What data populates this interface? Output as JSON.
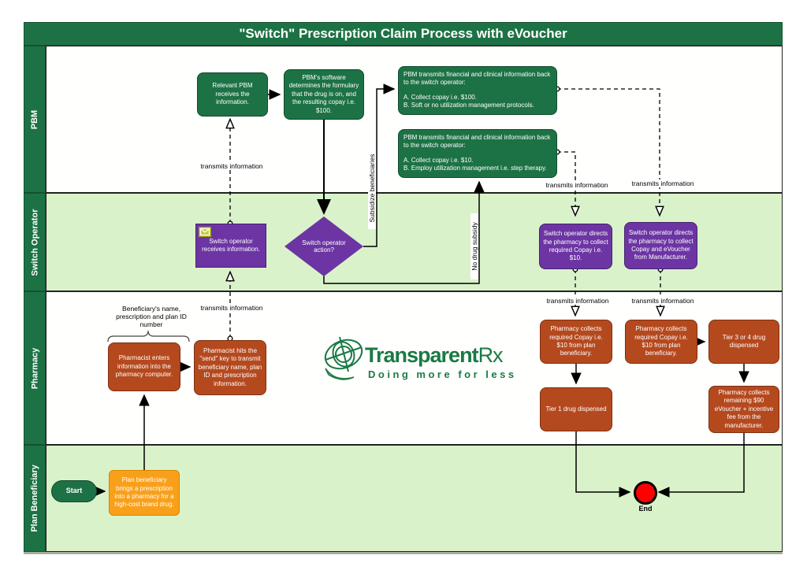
{
  "title": "\"Switch\" Prescription Claim Process with eVoucher",
  "lanes": {
    "pbm": "PBM",
    "switch_operator": "Switch Operator",
    "pharmacy": "Pharmacy",
    "plan_beneficiary": "Plan Beneficiary"
  },
  "nodes": {
    "pbm_receives": "Relevant PBM receives the information.",
    "pbm_software": "PBM's software determines the formulary that the drug is on, and the resulting copay i.e. $100.",
    "pbm_transmit_100": {
      "intro": "PBM transmits financial and clinical information back to the switch operator:",
      "option_a": "A. Collect copay i.e. $100.",
      "option_b": "B. Soft or no utilization management protocols."
    },
    "pbm_transmit_10": {
      "intro": "PBM transmits financial and clinical information back to the switch operator:",
      "option_a": "A. Collect copay i.e. $10.",
      "option_b": "B. Employ utilization management i.e. step therapy."
    },
    "so_receives": "Switch operator receives information.",
    "so_decision": "Switch operator action?",
    "so_directs_copay": "Switch operator directs the pharmacy to collect required Copay i.e. $10.",
    "so_directs_voucher": "Switch operator directs the pharmacy to collect Copay and eVoucher from Manufacturer.",
    "ph_enters": "Pharmacist enters information into the pharmacy computer.",
    "ph_send": "Pharmacist hits the \"send\" key to transmit beneficiary name, plan ID and prescription information.",
    "ph_collect_left": "Pharmacy collects required Copay i.e. $10 from plan beneficiary.",
    "ph_collect_right": "Pharmacy collects required Copay i.e. $10 from plan beneficiary.",
    "ph_tier34": "Tier 3 or 4 drug dispensed",
    "ph_tier1": "Tier 1 drug dispensed",
    "ph_remaining": "Pharmacy collects remaining $90 eVoucher + incentive fee from the manufacturer.",
    "pb_brings": "Plan beneficiary brings a prescription into a pharmacy for a high-cost brand drug.",
    "start": "Start",
    "end": "End"
  },
  "labels": {
    "transmits_information": "transmits information",
    "subsidize": "Subsidize beneficiaries",
    "no_subsidy": "No drug subsidy",
    "beneficiary_note": "Beneficiary's name, prescription and plan ID number"
  },
  "logo": {
    "name": "Transparent",
    "suffix": "Rx",
    "tagline": "Doing more for less"
  },
  "colors": {
    "dark_green": "#1d7245",
    "light_green_lane": "#d9f2ca",
    "purple": "#6c35a3",
    "brick": "#b5491e",
    "orange": "#f9a01b",
    "end_red": "#ff0000",
    "logo_green": "#1a7a45",
    "envelope_yellow": "#c6cd3a"
  }
}
